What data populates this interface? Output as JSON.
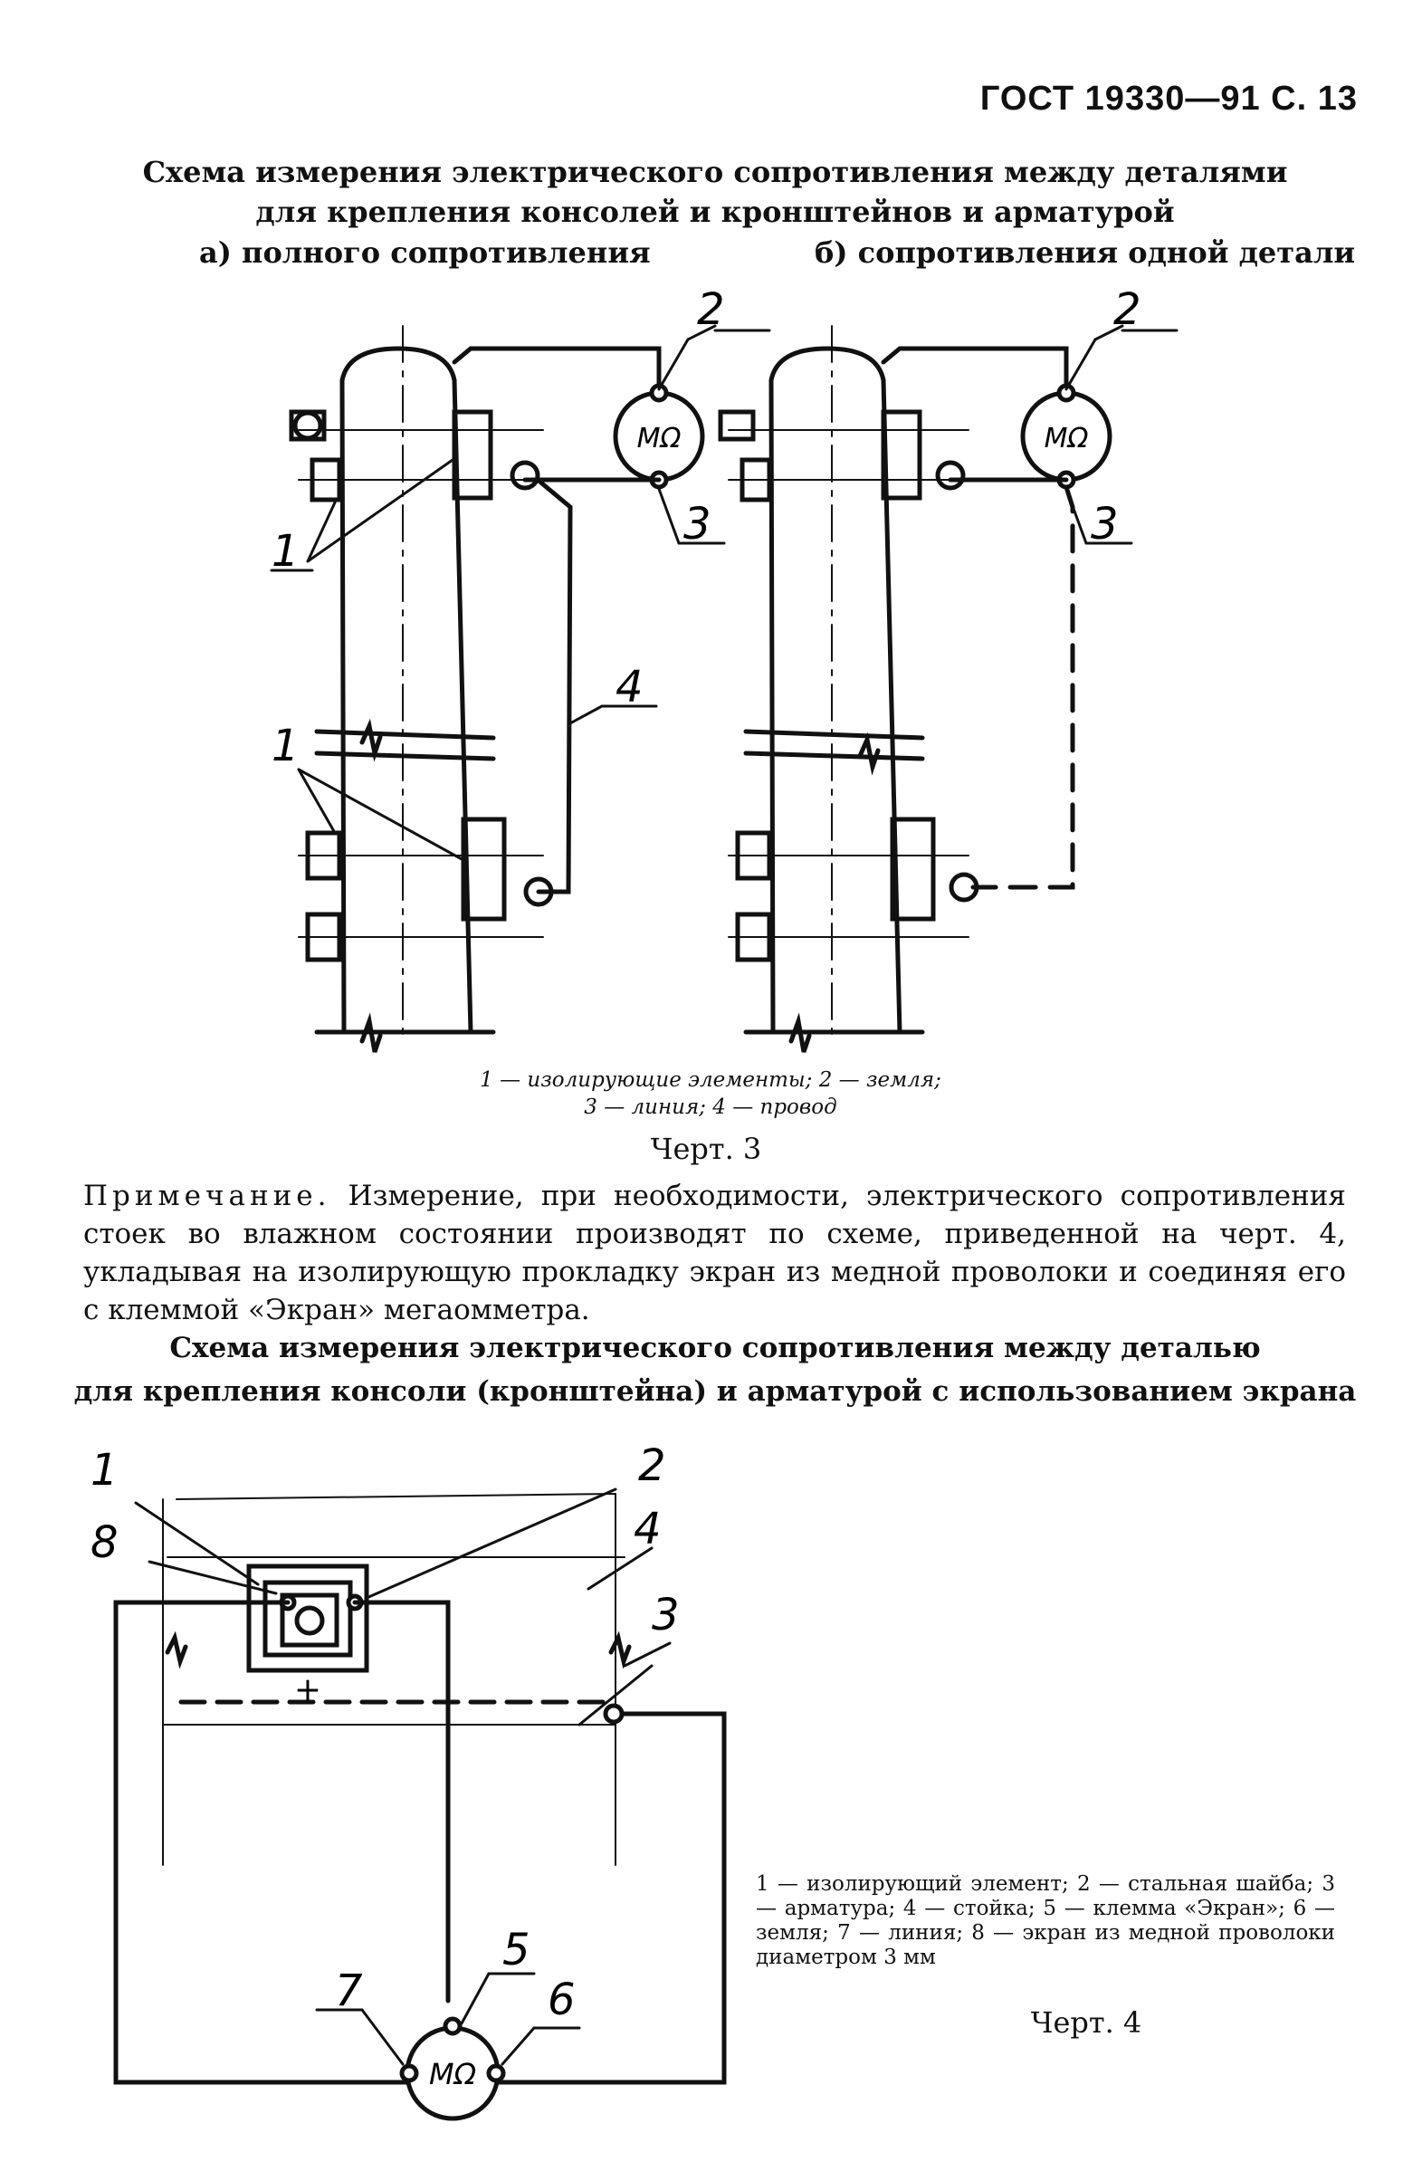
{
  "header": "ГОСТ 19330—91 С. 13",
  "fig3": {
    "title_line1": "Схема измерения электрического сопротивления между деталями",
    "title_line2": "для крепления консолей и кронштейнов и арматурой",
    "sub_a": "а) полного сопротивления",
    "sub_b": "б) сопротивления одной детали",
    "meter": "MΩ",
    "labels": [
      "1",
      "2",
      "3",
      "4"
    ],
    "legend_line1": "1 — изолирующие элементы; 2 — земля;",
    "legend_line2": "3 — линия; 4 — провод",
    "caption": "Черт. 3"
  },
  "note": {
    "lead": "Примечание.",
    "text": " Измерение, при необходимости, электрического сопротивления стоек во влажном состоянии производят по схеме, приведенной на черт. 4, укладывая на изолирующую прокладку экран из медной проволоки и соединяя его с клеммой «Экран» мегаомметра."
  },
  "fig4": {
    "title_line1": "Схема измерения электрического сопротивления между деталью",
    "title_line2": "для крепления консоли (кронштейна) и арматурой с использованием экрана",
    "meter": "MΩ",
    "labels": [
      "1",
      "2",
      "3",
      "4",
      "5",
      "6",
      "7",
      "8"
    ],
    "plus": "+",
    "legend_main": "1 — изолирующий элемент; 2 — стальная шайба; 3 — арматура; 4 — стойка; 5 — клемма «Экран»; 6 — земля; 7 — линия; 8 — экран из медной проволоки диаметром 3 мм",
    "caption": "Черт. 4"
  }
}
